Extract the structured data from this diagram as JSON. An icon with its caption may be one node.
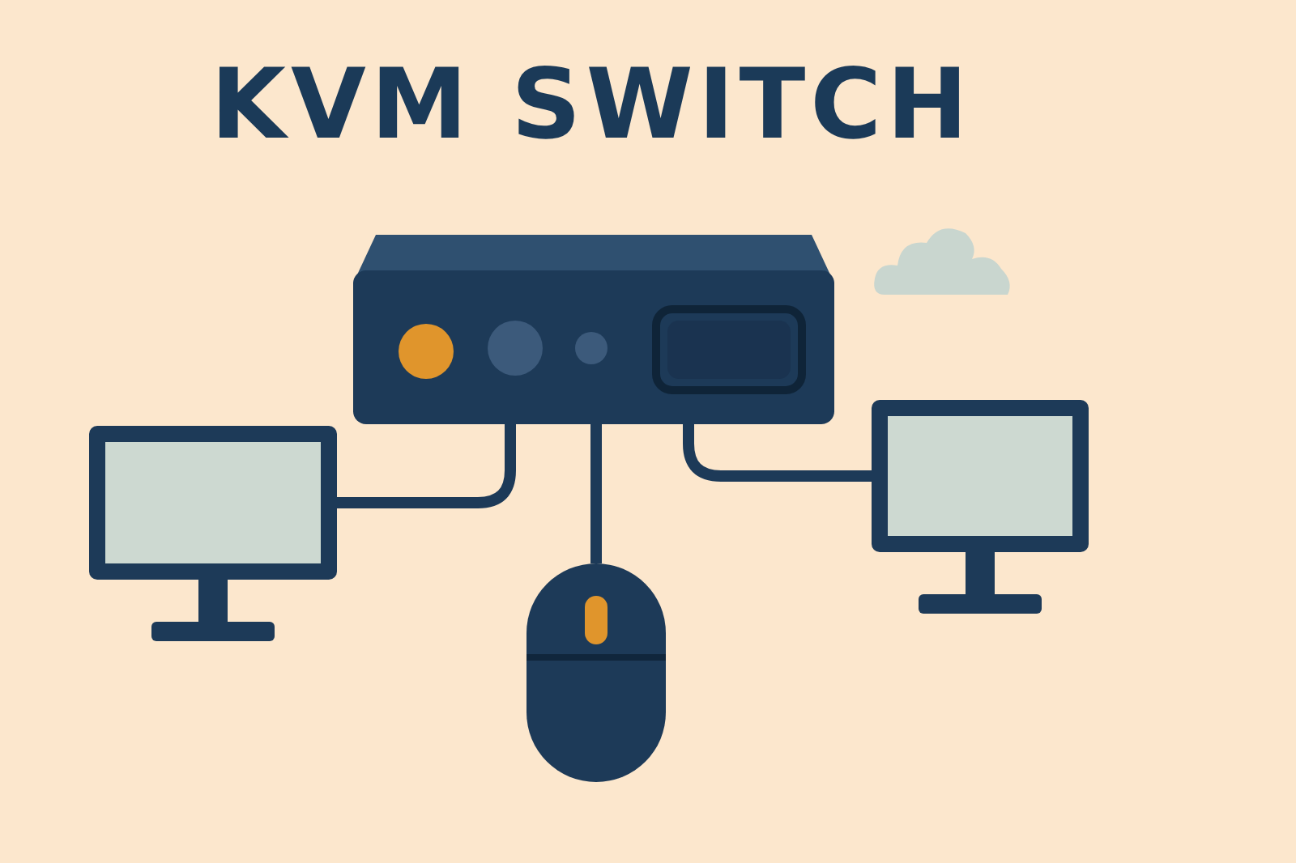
{
  "diagram": {
    "title": "KVM SWITCH",
    "nodes": [
      {
        "text": [],
        "shape": "picture"
      },
      {
        "text": [],
        "shape": "picture"
      },
      {
        "text": [],
        "shape": "picture"
      },
      {
        "text": [],
        "shape": "picture"
      }
    ],
    "edges": [
      {
        "from": 0,
        "to": 1,
        "arrow": "none"
      },
      {
        "from": 0,
        "to": 2,
        "arrow": "none"
      },
      {
        "from": 0,
        "to": 3,
        "arrow": "none"
      }
    ]
  }
}
